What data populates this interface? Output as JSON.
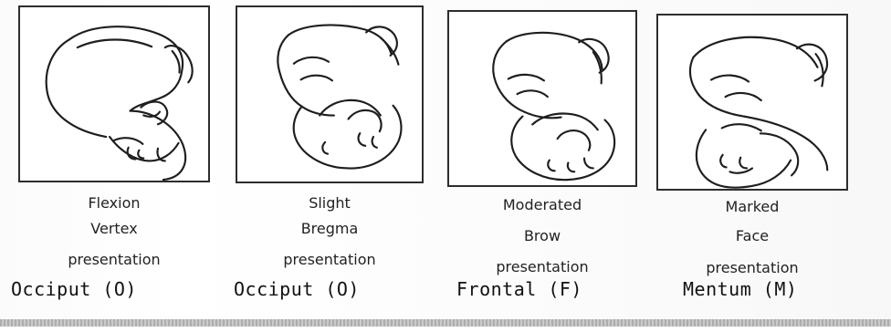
{
  "diagram": {
    "panels": [
      {
        "line1": "Flexion",
        "line2": "Vertex",
        "line3": "presentation",
        "footer": "Occiput (O)"
      },
      {
        "line1": "Slight",
        "line2": "Bregma",
        "line3": "presentation",
        "footer": "Occiput (O)"
      },
      {
        "line1": "Moderated",
        "line2": "Brow",
        "line3": "presentation",
        "footer": "Frontal (F)"
      },
      {
        "line1": "Marked",
        "line2": "Face",
        "line3": "presentation",
        "footer": "Mentum (M)"
      }
    ]
  }
}
